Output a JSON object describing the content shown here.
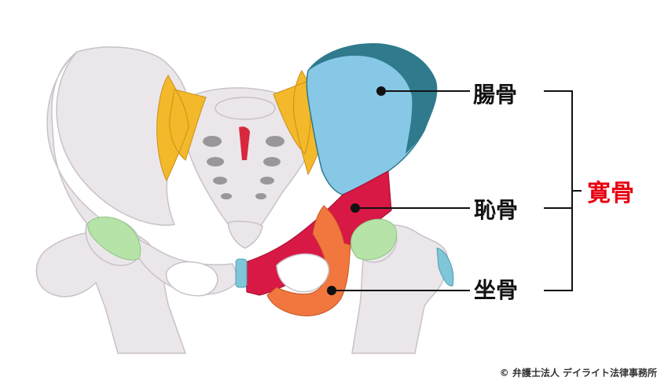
{
  "labels": {
    "ilium": "腸骨",
    "pubis": "恥骨",
    "ischium": "坐骨",
    "hip_bone": "寛骨"
  },
  "copyright": "© 弁護士法人 デイライト法律事務所",
  "colors": {
    "bone": "#eae6ea",
    "bone_outline": "#c9c2c9",
    "ilium": "#87c8e6",
    "ilium_rim": "#2f7a8c",
    "pubis": "#d81845",
    "ischium": "#f1773f",
    "ligament": "#f3b92a",
    "cartilage": "#b6e3a8",
    "symphysis": "#7fc6d8",
    "sacral_canal": "#d8283e",
    "hip_bone_label": "#e60012",
    "text": "#111111",
    "line": "#111111"
  }
}
